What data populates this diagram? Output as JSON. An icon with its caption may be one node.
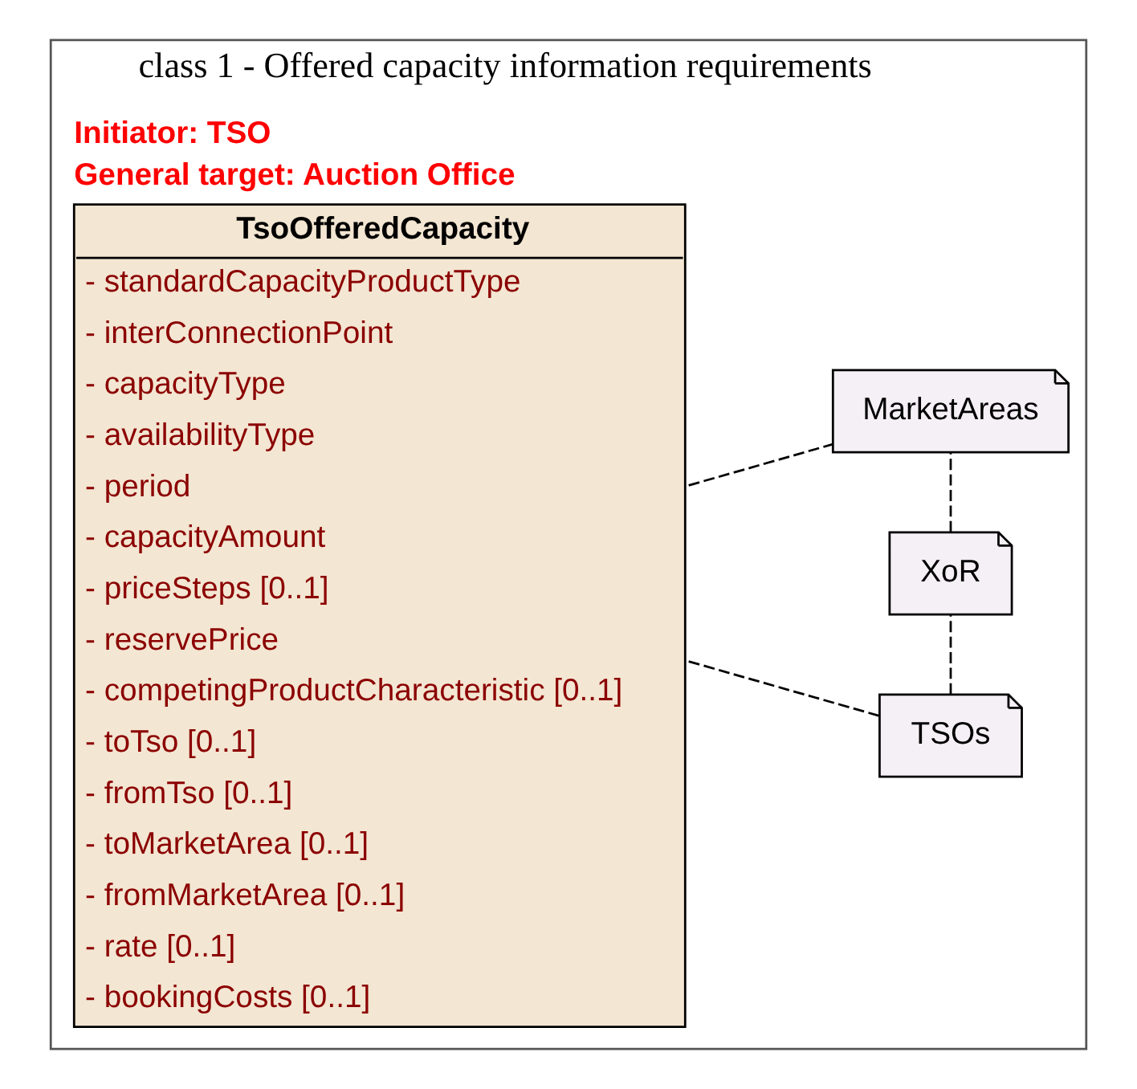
{
  "diagram": {
    "nodes": [
      {
        "text": [
          "class 1 - Offered capacity information requirements"
        ]
      },
      {
        "text": [
          "TsoOfferedCapacity",
          "- standardCapacityProductType",
          "- interConnectionPoint",
          "- capacityType",
          "- availabilityType",
          "- period",
          "- capacityAmount",
          "- priceSteps [0..1]",
          "- reservePrice",
          "- competingProductCharacteristic [0..1]",
          "- toTso [0..1]",
          "- fromTso [0..1]",
          "- toMarketArea [0..1]",
          "- fromMarketArea [0..1]",
          "- rate [0..1]",
          "- bookingCosts [0..1]"
        ],
        "beside": [
          "Initiator: TSO",
          "General target: Auction Office"
        ],
        "in": 0
      },
      {
        "text": [
          "TSOs"
        ],
        "in": 0
      },
      {
        "text": [
          "XoR"
        ],
        "in": 0
      },
      {
        "text": [
          "MarketAreas"
        ],
        "in": 0
      }
    ],
    "edges": [
      {
        "from": 1,
        "to": 2,
        "arrow": "none",
        "style": "dashed"
      },
      {
        "from": 2,
        "to": 3,
        "arrow": "none",
        "style": "dashed"
      },
      {
        "from": 3,
        "to": 4,
        "arrow": "none",
        "style": "dashed"
      },
      {
        "from": 1,
        "to": 4,
        "arrow": "none",
        "style": "dashed"
      }
    ]
  }
}
